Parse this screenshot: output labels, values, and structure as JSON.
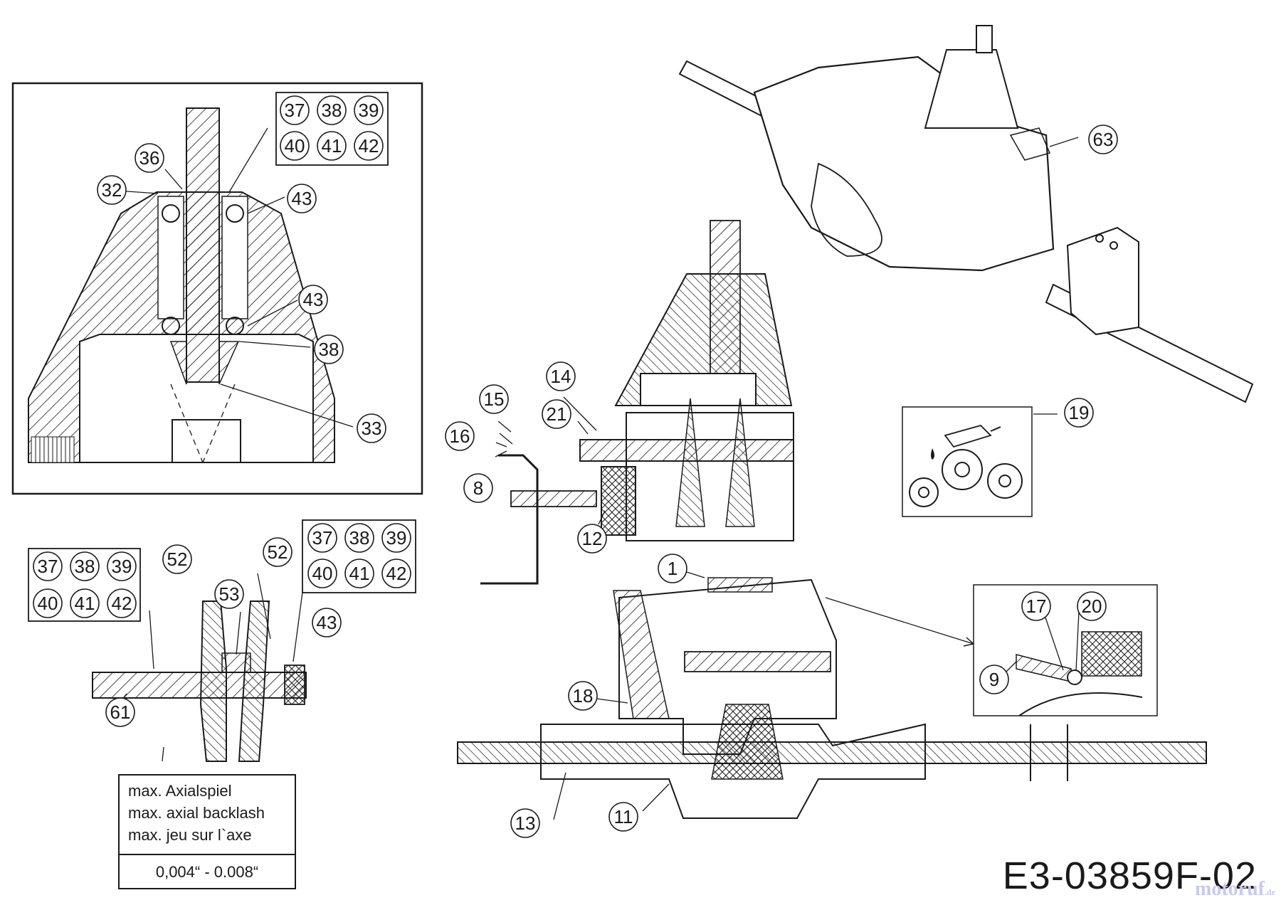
{
  "callouts": {
    "c1": "1",
    "c8": "8",
    "c9": "9",
    "c11": "11",
    "c12": "12",
    "c13": "13",
    "c14": "14",
    "c15": "15",
    "c16": "16",
    "c17": "17",
    "c18": "18",
    "c19": "19",
    "c20": "20",
    "c21": "21",
    "c32": "32",
    "c33": "33",
    "c36": "36",
    "c38": "38",
    "c43a": "43",
    "c43b": "43",
    "c43c": "43",
    "c52a": "52",
    "c52b": "52",
    "c53": "53",
    "c61": "61",
    "c63": "63"
  },
  "part_groups": {
    "upper": [
      "37",
      "38",
      "39",
      "40",
      "41",
      "42"
    ],
    "left": [
      "37",
      "38",
      "39",
      "40",
      "41",
      "42"
    ],
    "right": [
      "37",
      "38",
      "39",
      "40",
      "41",
      "42"
    ]
  },
  "spec_box": {
    "line_de": "max. Axialspiel",
    "line_en": "max. axial backlash",
    "line_fr": "max. jeu sur l`axe",
    "value": "0,004“ - 0.008“"
  },
  "drawing_code": "E3-03859F-02",
  "watermark": {
    "name": "motoruf",
    "suffix": ".de"
  },
  "colors": {
    "line": "#1a1a1a",
    "hatch": "#1a1a1a",
    "watermark": "#c9c9ec"
  }
}
